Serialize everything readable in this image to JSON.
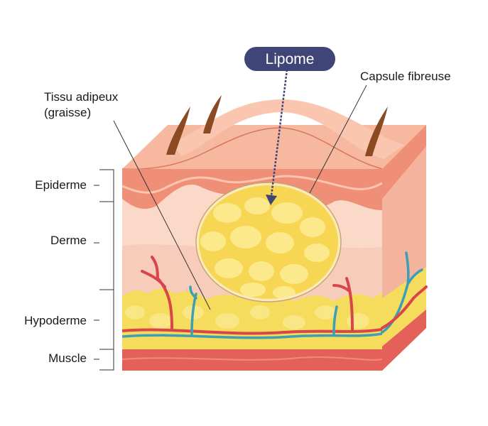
{
  "diagram": {
    "main_label": "Lipome",
    "labels": {
      "capsule": "Capsule fibreuse",
      "adipose_line1": "Tissu adipeux",
      "adipose_line2": "(graisse)",
      "epidermis": "Epiderme",
      "dermis": "Derme",
      "hypodermis": "Hypoderme",
      "muscle": "Muscle"
    },
    "colors": {
      "label_pill": "#3f4577",
      "skin_top": "#f7b8a0",
      "epidermis": "#f08f78",
      "dermis": "#fbd9c9",
      "fat": "#f5dc5c",
      "fat_light": "#fbe98f",
      "muscle": "#e4615a",
      "artery": "#d9454a",
      "vein": "#3b9fb8",
      "hair": "#8c4a22"
    }
  }
}
